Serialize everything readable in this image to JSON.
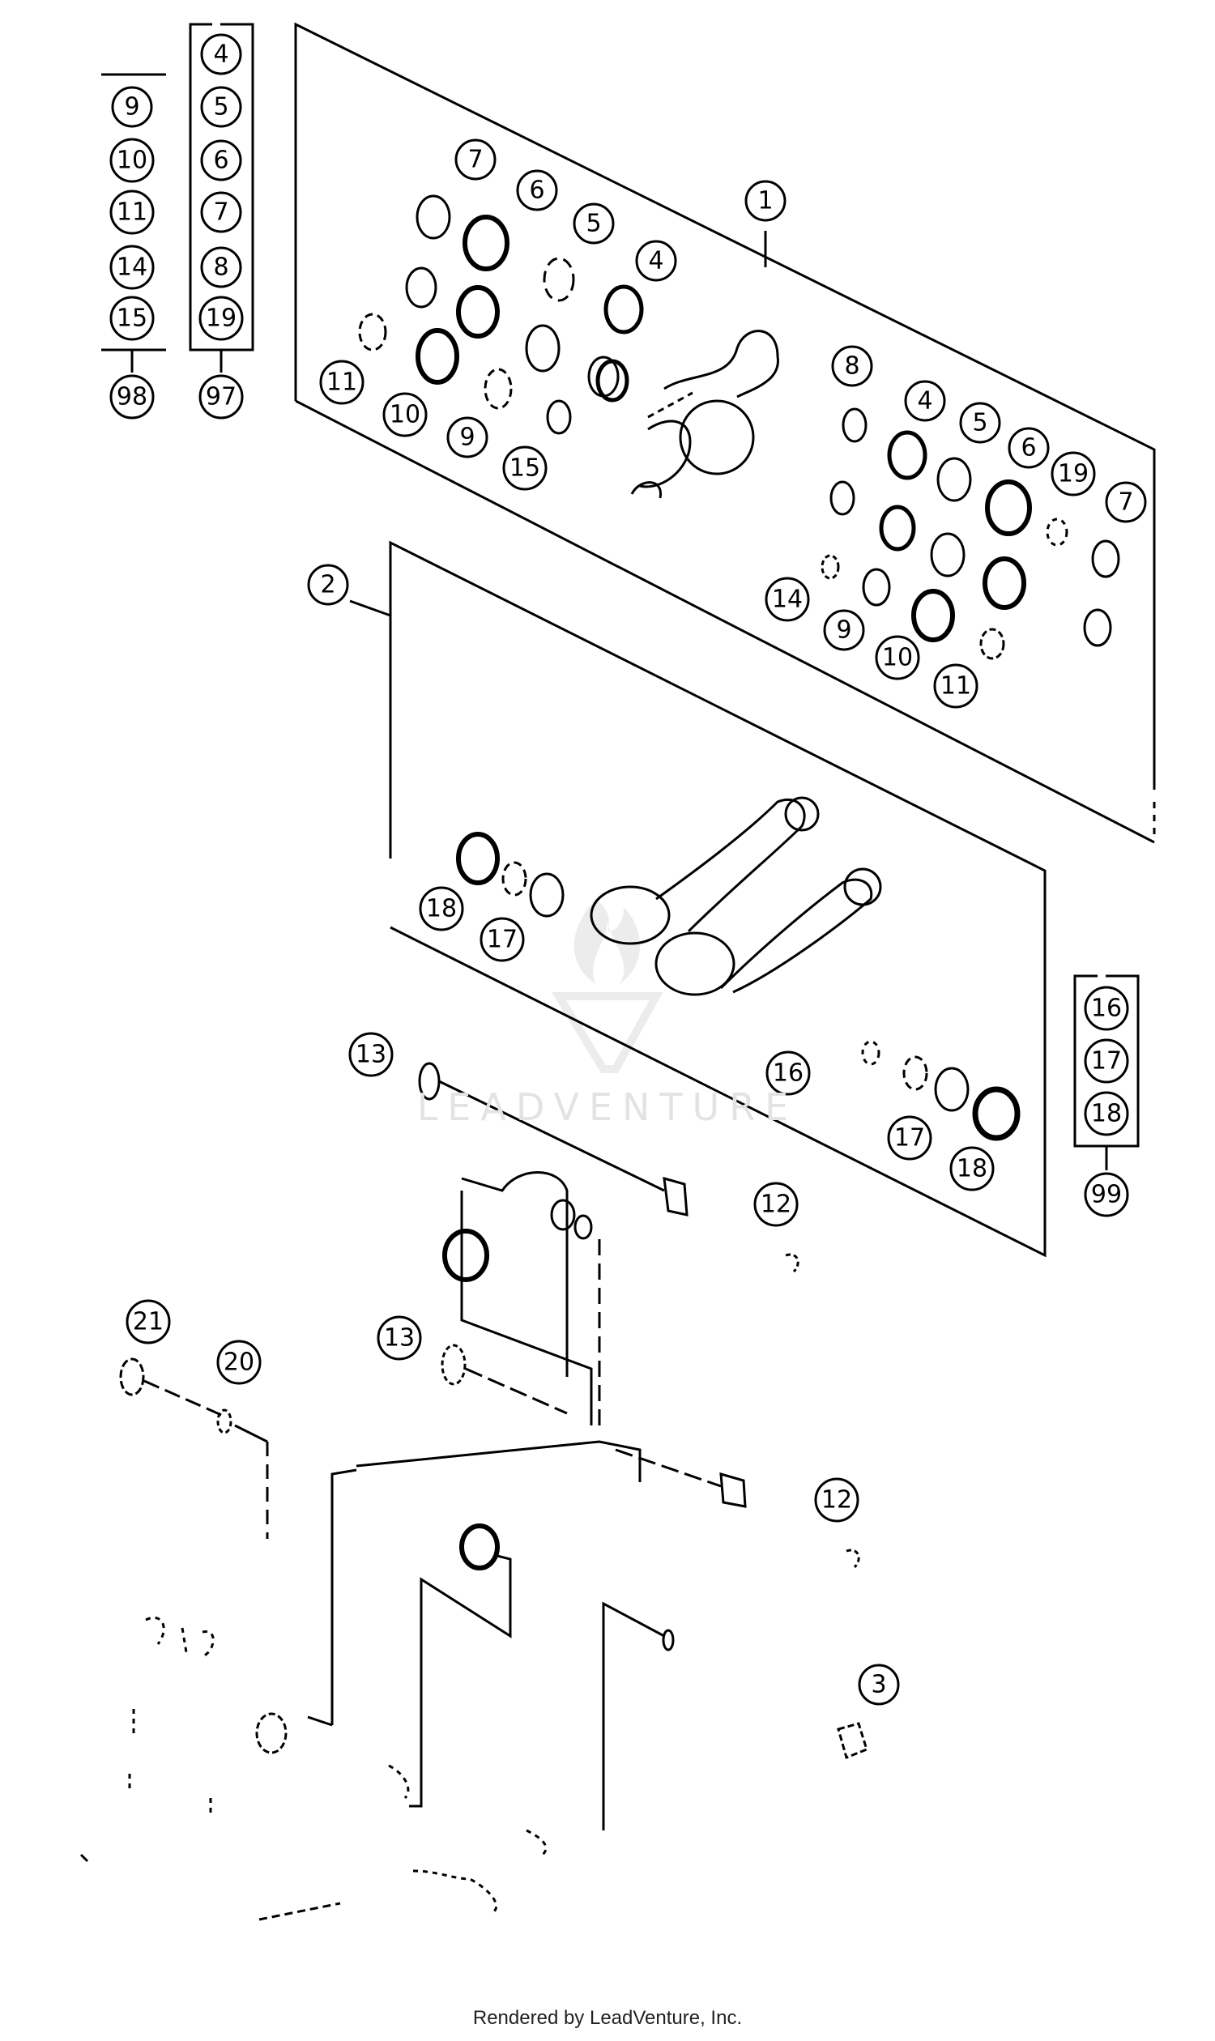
{
  "watermark": "LEADVENTURE",
  "footer": "Rendered by LeadVenture, Inc.",
  "callouts": {
    "c1": "1",
    "c2": "2",
    "c3": "3",
    "c4a": "4",
    "c5a": "5",
    "c6a": "6",
    "c7a": "7",
    "c9a": "9",
    "c10a": "10",
    "c11a": "11",
    "c15a": "15",
    "c8b": "8",
    "c4b": "4",
    "c5b": "5",
    "c6b": "6",
    "c19b": "19",
    "c7b": "7",
    "c14b": "14",
    "c9b": "9",
    "c10b": "10",
    "c11b": "11",
    "c18a": "18",
    "c17a": "17",
    "c16a": "16",
    "c17b": "17",
    "c18b": "18",
    "c13a": "13",
    "c13b": "13",
    "c12a": "12",
    "c12b": "12",
    "c21": "21",
    "c20": "20"
  },
  "kit_98": {
    "items": [
      "9",
      "10",
      "11",
      "14",
      "15"
    ],
    "number": "98"
  },
  "kit_97": {
    "items": [
      "4",
      "5",
      "6",
      "7",
      "8",
      "19"
    ],
    "number": "97"
  },
  "kit_99": {
    "items": [
      "16",
      "17",
      "18"
    ],
    "number": "99"
  }
}
